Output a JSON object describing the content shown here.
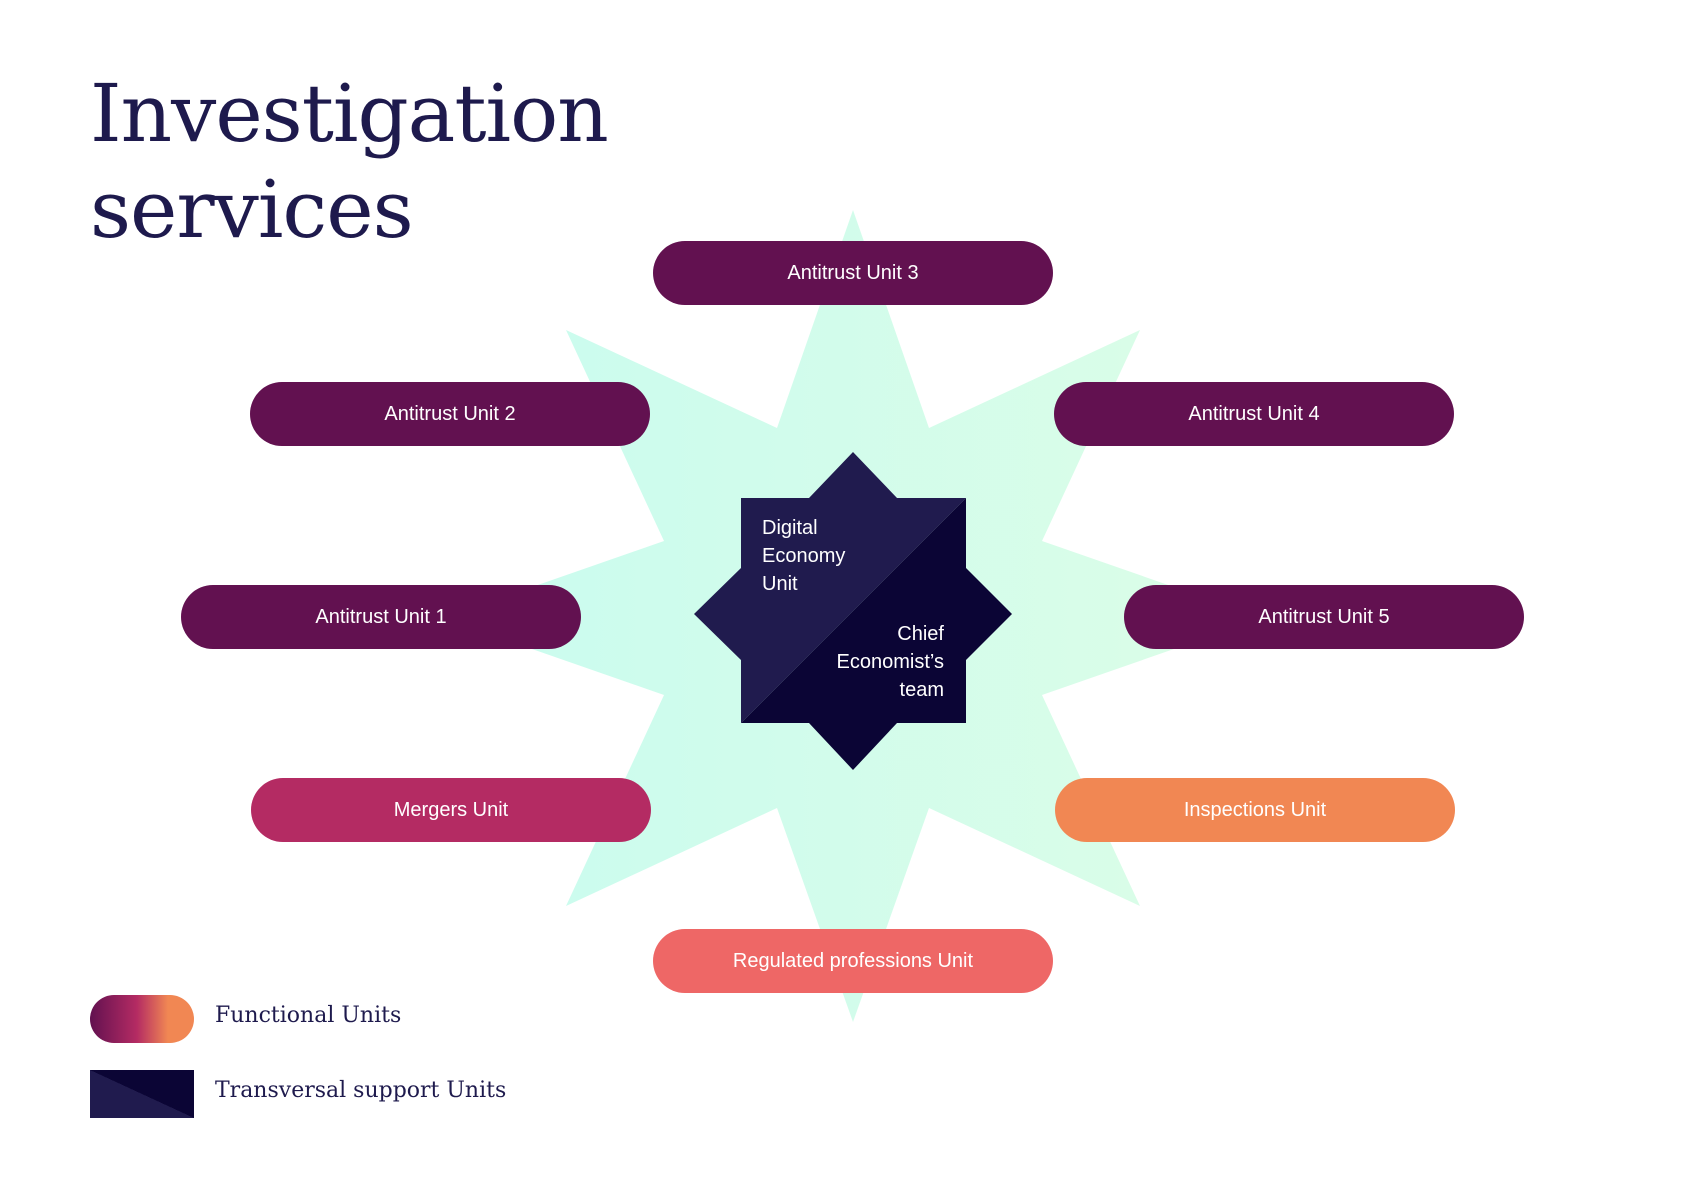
{
  "title": {
    "line1": "Investigation",
    "line2": "services"
  },
  "units": [
    {
      "label": "Antitrust Unit 3",
      "color": "#621150"
    },
    {
      "label": "Antitrust Unit 2",
      "color": "#621150"
    },
    {
      "label": "Antitrust Unit 4",
      "color": "#621150"
    },
    {
      "label": "Antitrust Unit 1",
      "color": "#621150"
    },
    {
      "label": "Antitrust Unit 5",
      "color": "#621150"
    },
    {
      "label": "Mergers Unit",
      "color": "#b42b63"
    },
    {
      "label": "Inspections Unit",
      "color": "#f18753"
    },
    {
      "label": "Regulated professions Unit",
      "color": "#ee6766"
    }
  ],
  "support": {
    "digital": {
      "line1": "Digital",
      "line2": "Economy",
      "line3": "Unit",
      "color": "#201b4e"
    },
    "chief": {
      "line1": "Chief",
      "line2": "Economist’s",
      "line3": "team",
      "color": "#0b0535"
    }
  },
  "legend": {
    "functional_label": "Functional Units",
    "transversal_label": "Transversal support Units"
  },
  "colors": {
    "burst_start": "#c9fcef",
    "burst_end": "#dcfde7",
    "title": "#1e1a4d"
  }
}
